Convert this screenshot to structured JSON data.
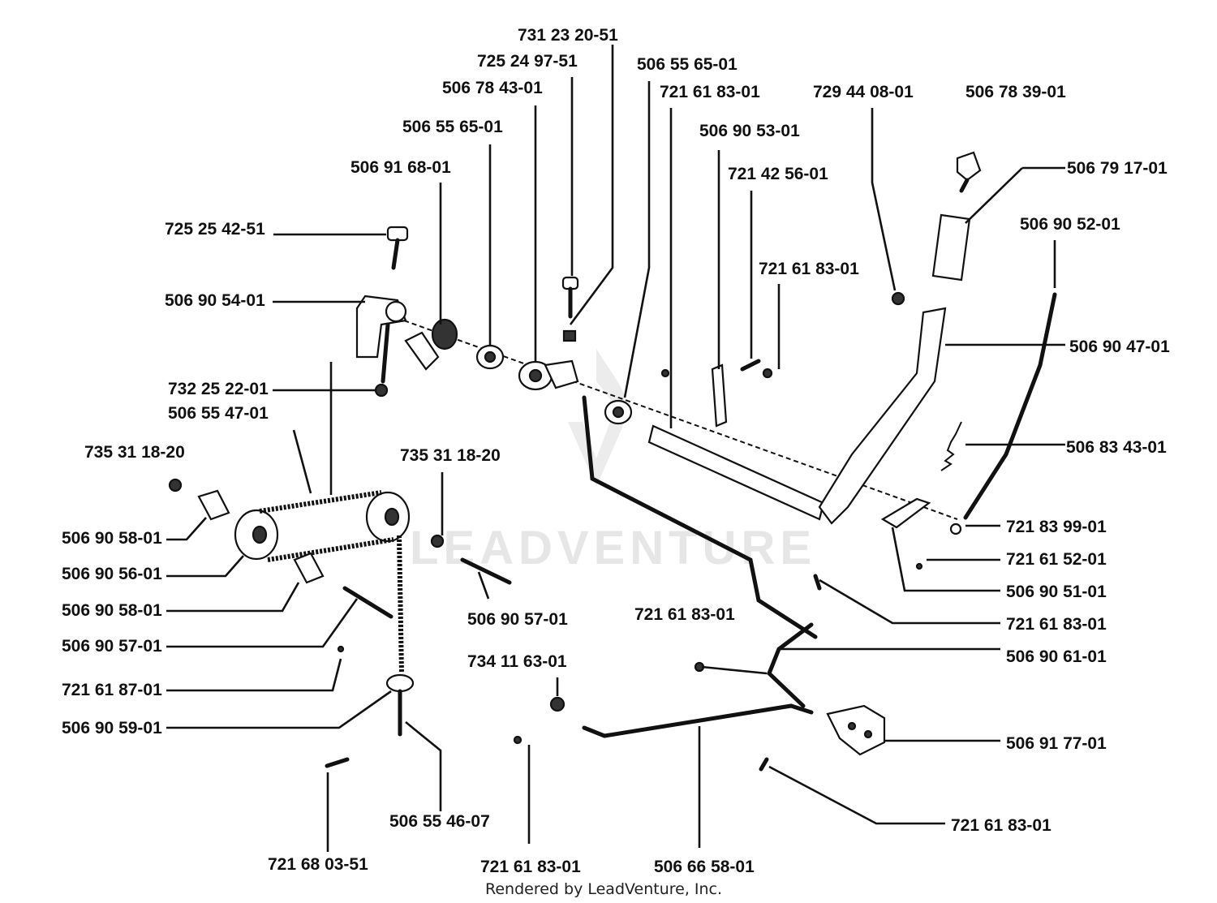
{
  "watermark": "LEADVENTURE",
  "footer": "Rendered by LeadVenture, Inc.",
  "labels": [
    "731 23 20-51",
    "725 24 97-51",
    "506 78 43-01",
    "506 55 65-01",
    "506 91 68-01",
    "725 25 42-51",
    "506 90 54-01",
    "732 25 22-01",
    "506 55 47-01",
    "735 31 18-20",
    "506 90 58-01",
    "506 90 56-01",
    "506 90 58-01",
    "506 90 57-01",
    "721 61 87-01",
    "506 90 59-01",
    "721 68 03-51",
    "506 55 46-07",
    "735 31 18-20",
    "506 90 57-01",
    "506 55 65-01",
    "721 61 83-01",
    "506 90 53-01",
    "721 42 56-01",
    "721 61 83-01",
    "729 44 08-01",
    "506 78 39-01",
    "506 79 17-01",
    "506 90 52-01",
    "506 90 47-01",
    "506 83 43-01",
    "721 83 99-01",
    "721 61 52-01",
    "506 90 51-01",
    "721 61 83-01",
    "506 90 61-01",
    "721 61 83-01",
    "734 11 63-01",
    "506 91 77-01",
    "721 61 83-01",
    "721 61 83-01",
    "506 66 58-01"
  ]
}
